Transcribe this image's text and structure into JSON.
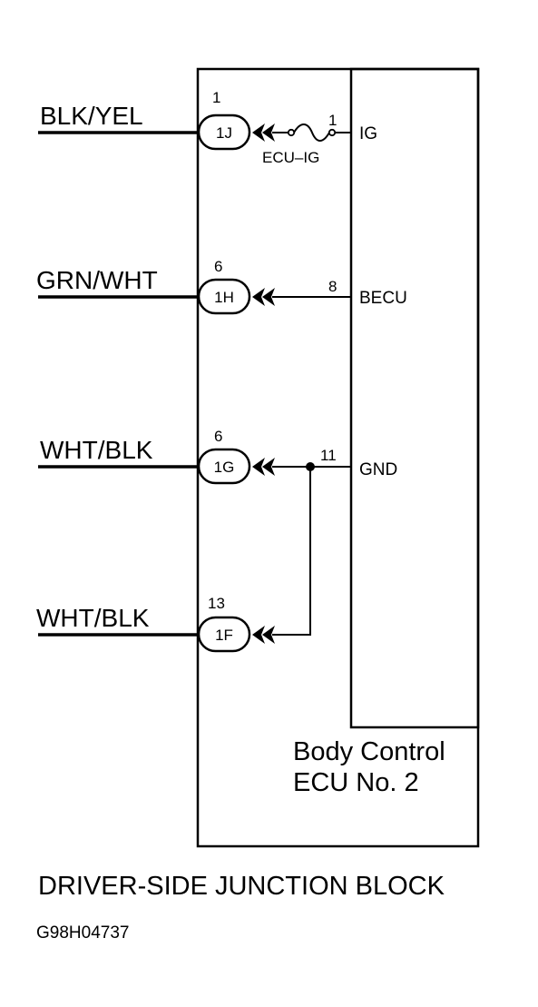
{
  "wires": [
    {
      "color": "BLK/YEL",
      "junction_pin": "1",
      "connector": "1J",
      "ecu_pin": "1",
      "ecu_terminal": "IG",
      "fuse": "ECU–IG"
    },
    {
      "color": "GRN/WHT",
      "junction_pin": "6",
      "connector": "1H",
      "ecu_pin": "8",
      "ecu_terminal": "BECU"
    },
    {
      "color": "WHT/BLK",
      "junction_pin": "6",
      "connector": "1G",
      "ecu_pin": "11",
      "ecu_terminal": "GND"
    },
    {
      "color": "WHT/BLK",
      "junction_pin": "13",
      "connector": "1F"
    }
  ],
  "ecu": {
    "line1": "Body Control",
    "line2": "ECU No. 2"
  },
  "junction_block": "DRIVER-SIDE JUNCTION BLOCK",
  "figure_code": "G98H04737"
}
